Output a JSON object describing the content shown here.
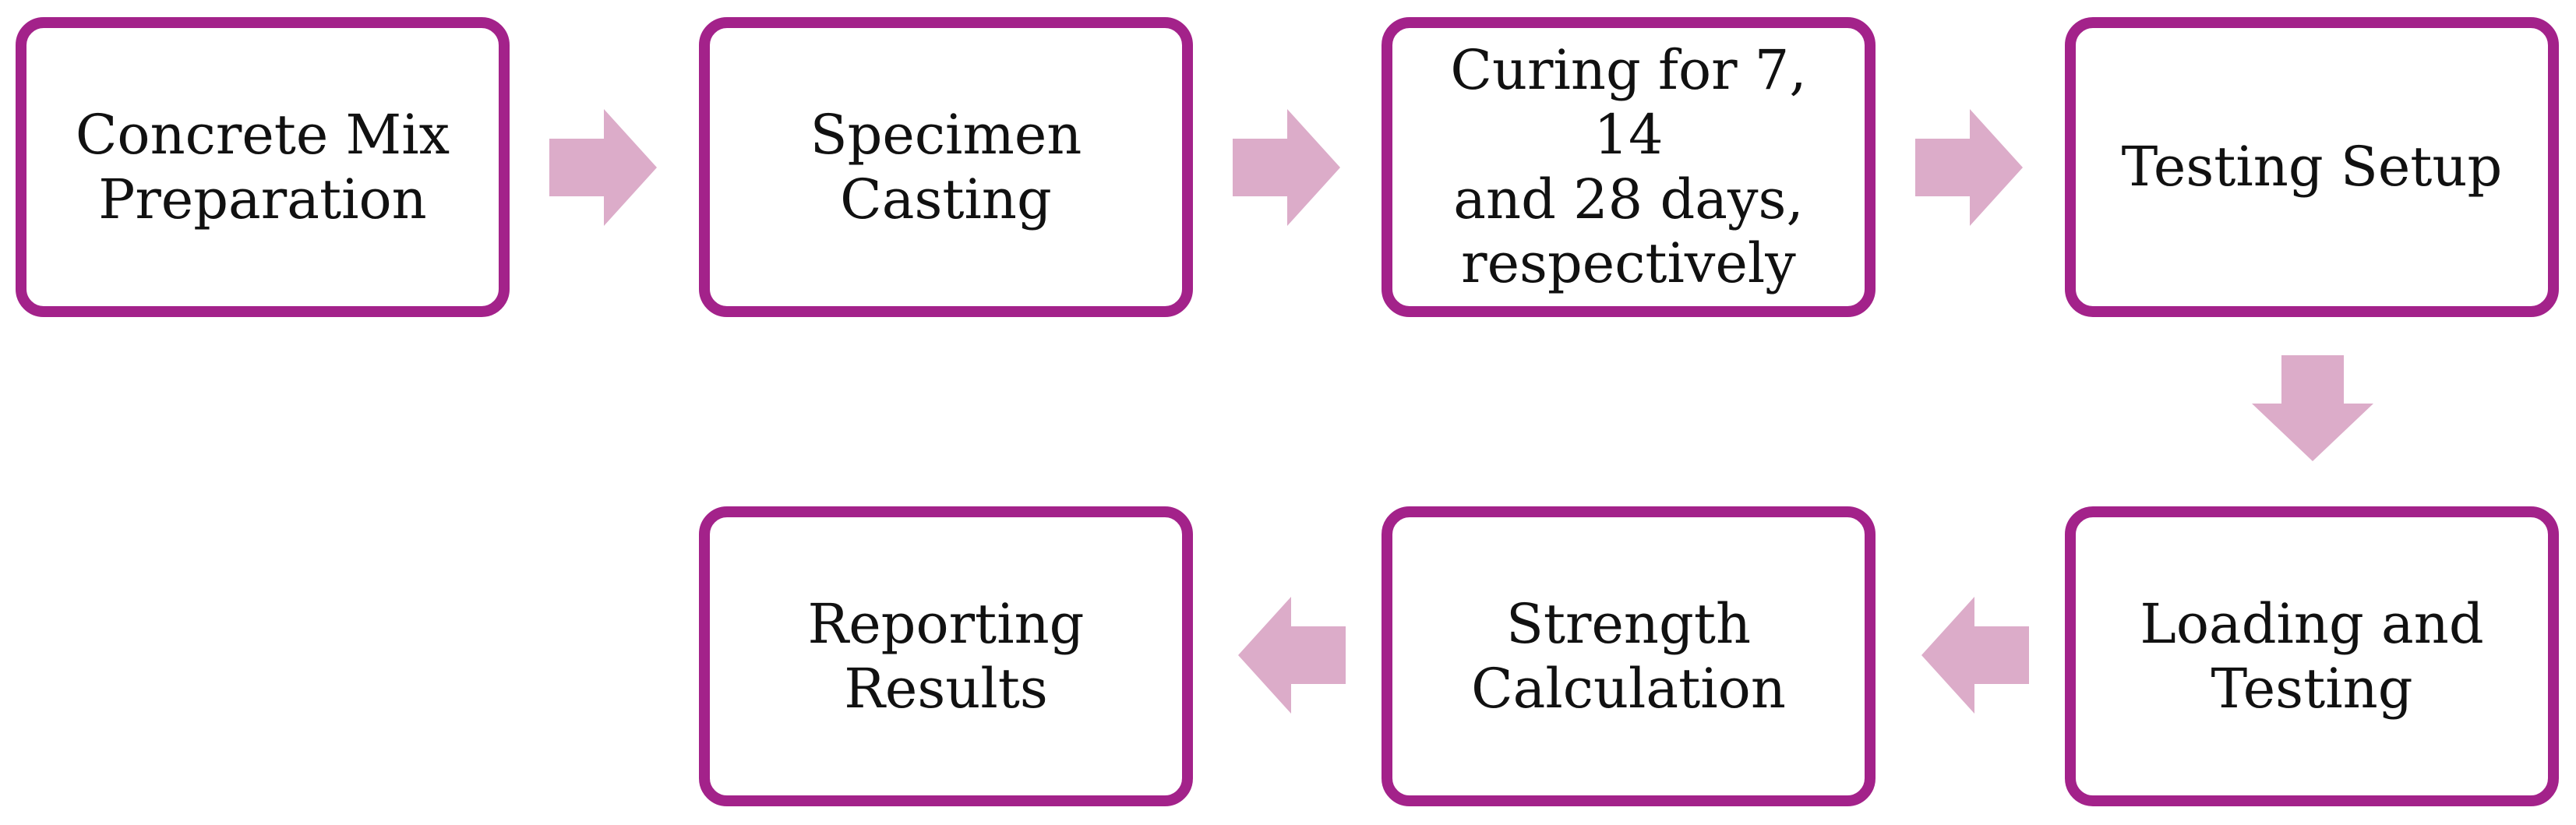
{
  "diagram": {
    "colors": {
      "box_border": "#a3228a",
      "arrow_fill": "#dcacc9",
      "text": "#111111",
      "background": "#ffffff"
    },
    "steps": [
      {
        "id": "concrete-mix-preparation",
        "line1": "Concrete Mix",
        "line2": "Preparation",
        "line3": ""
      },
      {
        "id": "specimen-casting",
        "line1": "Specimen",
        "line2": "Casting",
        "line3": ""
      },
      {
        "id": "curing",
        "line1": "Curing for 7, 14",
        "line2": "and 28 days,",
        "line3": "respectively"
      },
      {
        "id": "testing-setup",
        "line1": "Testing Setup",
        "line2": "",
        "line3": ""
      },
      {
        "id": "loading-and-testing",
        "line1": "Loading and",
        "line2": "Testing",
        "line3": ""
      },
      {
        "id": "strength-calculation",
        "line1": "Strength",
        "line2": "Calculation",
        "line3": ""
      },
      {
        "id": "reporting-results",
        "line1": "Reporting",
        "line2": "Results",
        "line3": ""
      }
    ],
    "flow": [
      {
        "from": "concrete-mix-preparation",
        "to": "specimen-casting",
        "direction": "right"
      },
      {
        "from": "specimen-casting",
        "to": "curing",
        "direction": "right"
      },
      {
        "from": "curing",
        "to": "testing-setup",
        "direction": "right"
      },
      {
        "from": "testing-setup",
        "to": "loading-and-testing",
        "direction": "down"
      },
      {
        "from": "loading-and-testing",
        "to": "strength-calculation",
        "direction": "left"
      },
      {
        "from": "strength-calculation",
        "to": "reporting-results",
        "direction": "left"
      }
    ]
  }
}
